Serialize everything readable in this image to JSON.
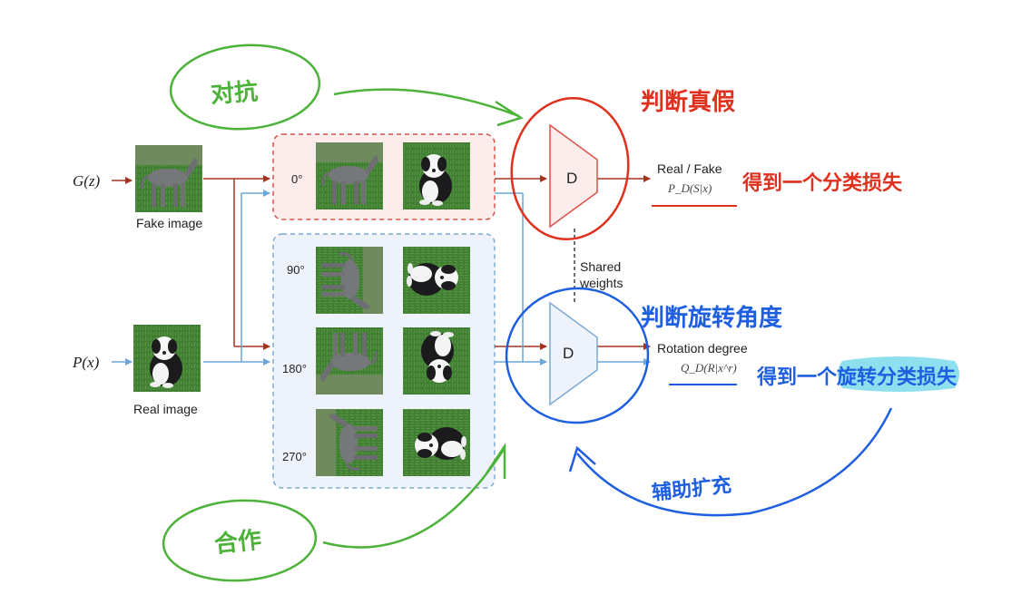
{
  "inputs": {
    "gz": "G(z)",
    "px": "P(x)",
    "fake_caption": "Fake image",
    "real_caption": "Real image"
  },
  "angles": [
    "0°",
    "90°",
    "180°",
    "270°"
  ],
  "discriminator": {
    "top_label": "D",
    "bottom_label": "D",
    "shared_weights_line1": "Shared",
    "shared_weights_line2": "weights"
  },
  "outputs": {
    "real_fake": "Real / Fake",
    "pd_formula": "P_D(S|x)",
    "rotation_degree": "Rotation degree",
    "qd_formula": "Q_D(R|x^r)"
  },
  "annotations": {
    "adversarial": "对抗",
    "cooperation": "合作",
    "judge_real_fake": "判断真假",
    "real_fake_loss": "得到一个分类损失",
    "judge_rotation": "判断旋转角度",
    "rotation_loss": "得到一个旋转分类损失",
    "auxiliary": "辅助扩充"
  },
  "colors": {
    "fake_path": "#a5341f",
    "real_path": "#6aa7d8",
    "annot_green": "#4cb23a",
    "annot_red": "#e0301e",
    "annot_blue": "#1d5fe0",
    "highlight": "#8fe0ee"
  },
  "icons": {
    "fake_dog": "gray-greyhound-dog-photo",
    "real_dog": "sheepdog-puppy-photo"
  }
}
